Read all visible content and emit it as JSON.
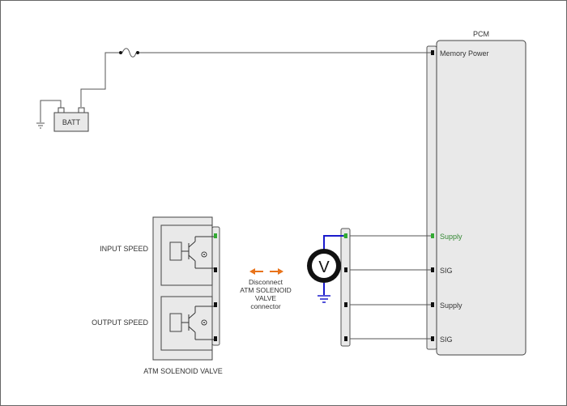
{
  "pcm": {
    "title": "PCM",
    "pins": {
      "memory_power": "Memory Power",
      "supply_1": "Supply",
      "sig_1": "SIG",
      "supply_2": "Supply",
      "sig_2": "SIG"
    }
  },
  "battery": {
    "label": "BATT"
  },
  "voltmeter": {
    "symbol": "V"
  },
  "solenoid": {
    "title": "ATM SOLENOID VALVE",
    "input_label": "INPUT SPEED",
    "output_label": "OUTPUT SPEED"
  },
  "instruction": {
    "line1": "Disconnect",
    "line2": "ATM SOLENOID",
    "line3": "VALVE",
    "line4": "connector"
  },
  "colors": {
    "active_wire": "#1a1acc",
    "active_pin": "#33aa33",
    "active_text": "#338833",
    "disconnect_arrow": "#e8731a",
    "body_fill": "#e9e9e9",
    "outline": "#555555"
  }
}
